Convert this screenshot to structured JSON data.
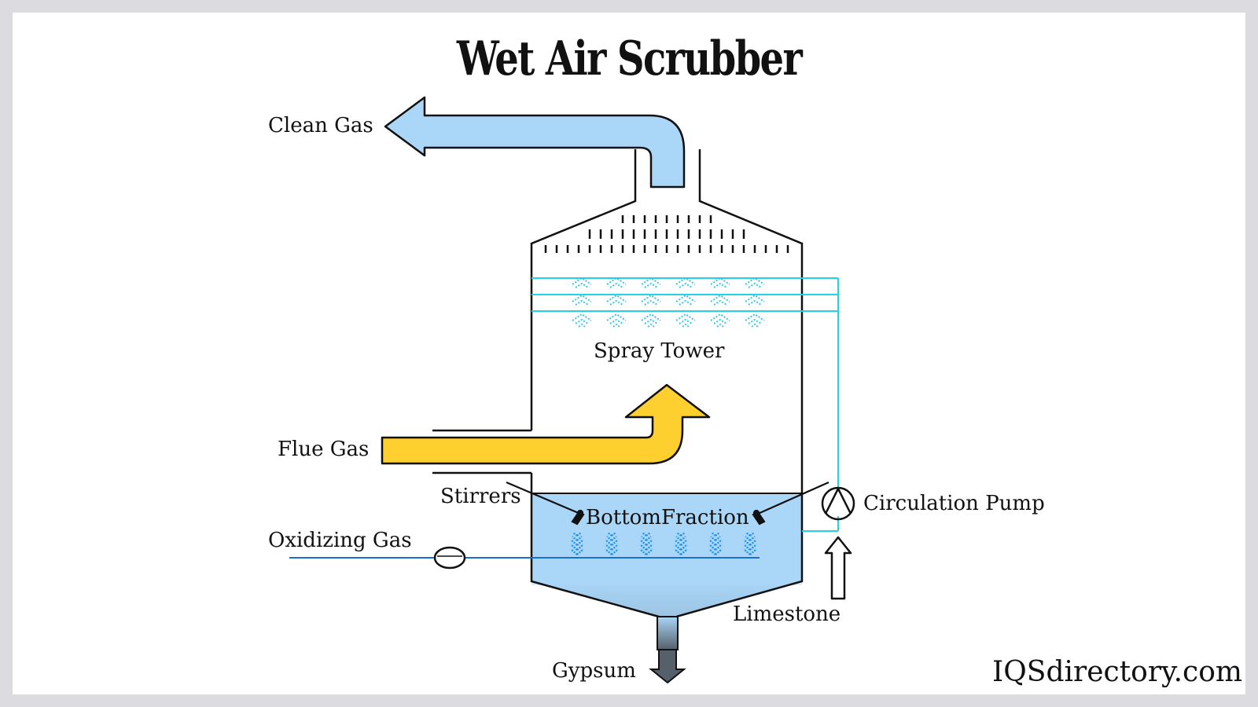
{
  "title": "Wet Air Scrubber",
  "labels": {
    "clean_gas": "Clean Gas",
    "spray_tower": "Spray Tower",
    "flue_gas": "Flue Gas",
    "stirrers": "Stirrers",
    "bottom_fraction": "BottomFraction",
    "circulation_pump": "Circulation Pump",
    "oxidizing_gas": "Oxidizing Gas",
    "limestone": "Limestone",
    "gypsum": "Gypsum"
  },
  "brand": "IQSdirectory.com",
  "colors": {
    "clean_gas_arrow": "#aad6f7",
    "flue_gas_arrow": "#fdcf2f",
    "liquid": "#aad6f7",
    "spray_lines": "#22d3e8",
    "spray_nozzles": "#2ec8ef",
    "oxidizing_line": "#1a6fd6",
    "bubbles": "#1a8fe8",
    "outline": "#111111"
  }
}
